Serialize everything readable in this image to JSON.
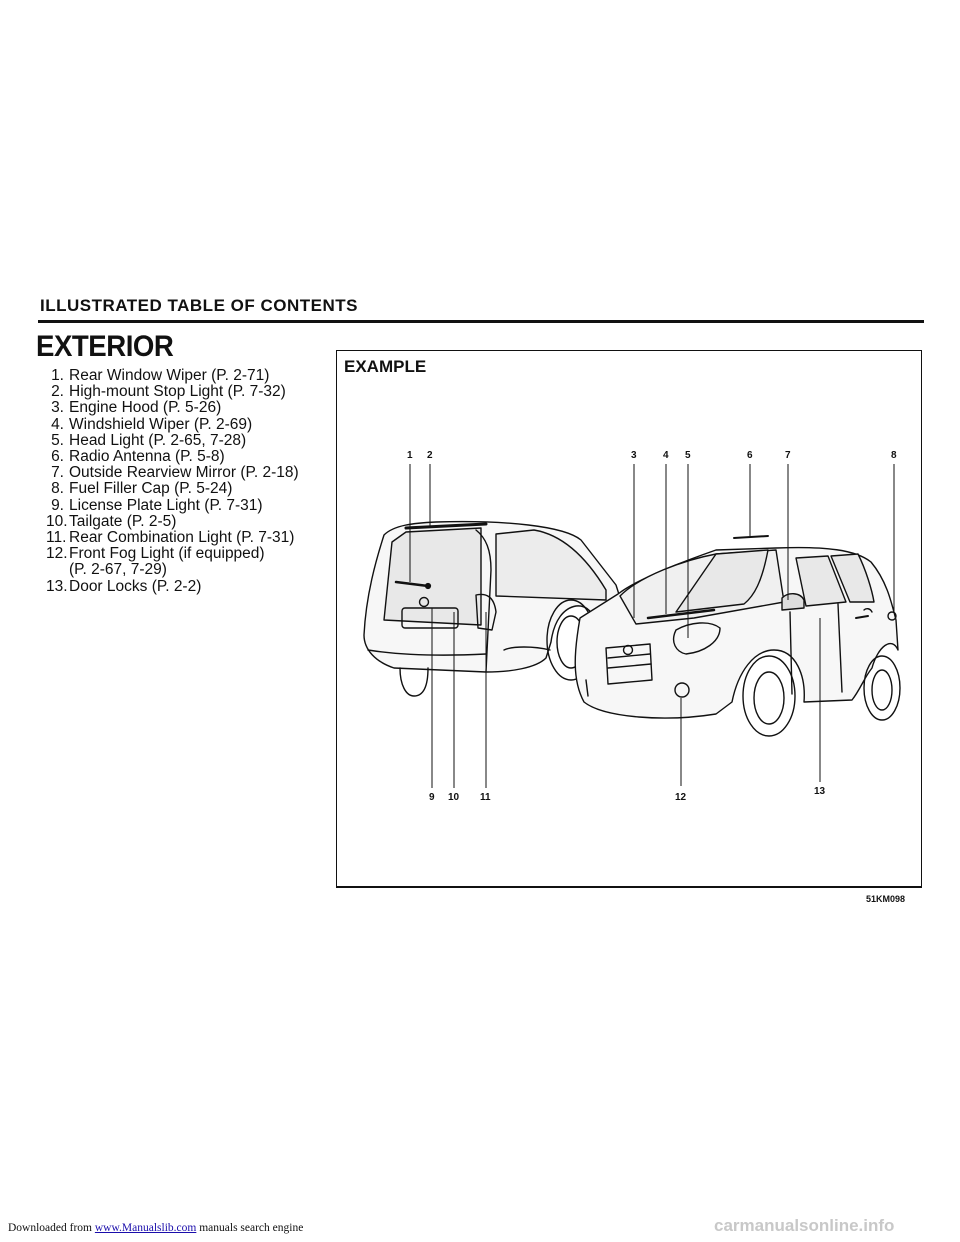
{
  "header": {
    "section_title": "ILLUSTRATED TABLE OF CONTENTS",
    "page_heading": "EXTERIOR"
  },
  "parts": [
    {
      "num": "1.",
      "text": "Rear Window Wiper (P. 2-71)"
    },
    {
      "num": "2.",
      "text": "High-mount Stop Light (P. 7-32)"
    },
    {
      "num": "3.",
      "text": "Engine Hood (P. 5-26)"
    },
    {
      "num": "4.",
      "text": "Windshield Wiper (P. 2-69)"
    },
    {
      "num": "5.",
      "text": "Head Light (P. 2-65, 7-28)"
    },
    {
      "num": "6.",
      "text": "Radio Antenna (P. 5-8)"
    },
    {
      "num": "7.",
      "text": "Outside Rearview Mirror (P. 2-18)"
    },
    {
      "num": "8.",
      "text": "Fuel Filler Cap (P. 5-24)"
    },
    {
      "num": "9.",
      "text": "License Plate Light (P. 7-31)"
    },
    {
      "num": "10.",
      "text": "Tailgate (P. 2-5)"
    },
    {
      "num": "11.",
      "text": "Rear Combination Light (P. 7-31)"
    },
    {
      "num": "12.",
      "text": "Front Fog Light (if equipped)",
      "cont": "(P. 2-67, 7-29)"
    },
    {
      "num": "13.",
      "text": "Door Locks (P. 2-2)"
    }
  ],
  "figure": {
    "label": "EXAMPLE",
    "code": "51KM098",
    "callouts_top": [
      "1",
      "2",
      "3",
      "4",
      "5",
      "6",
      "7",
      "8"
    ],
    "callouts_bottom": [
      "9",
      "10",
      "11",
      "12",
      "13"
    ]
  },
  "footer": {
    "prefix": "Downloaded from ",
    "link": "www.Manualslib.com",
    "suffix": " manuals search engine",
    "watermark": "carmanualsonline.info"
  }
}
